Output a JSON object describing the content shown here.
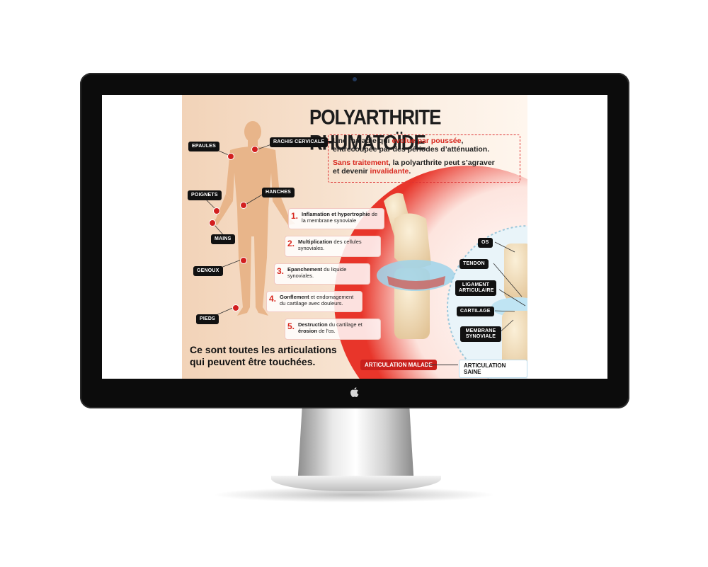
{
  "infographic": {
    "title": "POLYARTHRITE RHUMATOÏDE",
    "description": {
      "line1_a": "Une maladie qui ",
      "line1_highlight": "evolue par poussée",
      "line1_b": ",",
      "line2": "entrecoupée par des périodes d’atténuation.",
      "line3_highlight": "Sans traitement",
      "line3_b": ", la polyarthrite peut s’agraver",
      "line4_a": "et devenir ",
      "line4_highlight": "invalidante",
      "line4_b": "."
    },
    "body_labels": {
      "epaules": "EPAULES",
      "rachis": "RACHIS CERVICALE",
      "poignets": "POIGNETS",
      "hanches": "HANCHES",
      "mains": "MAINS",
      "genoux": "GENOUX",
      "pieds": "PIEDS"
    },
    "steps": [
      {
        "num": "1.",
        "bold": "Inflamation et hypertrophie",
        "rest": " de la membrane synoviale"
      },
      {
        "num": "2.",
        "bold": "Multiplication",
        "rest": " des cellules synoviales."
      },
      {
        "num": "3.",
        "bold": "Epanchement",
        "rest": " du liquide synoviales."
      },
      {
        "num": "4.",
        "bold": "Gonflement",
        "rest": " et endomagement du cartilage avec douleurs."
      },
      {
        "num": "5.",
        "bold": "Destruction",
        "rest": " du cartilage et ",
        "bold2": "érosion",
        "rest2": " de l'os."
      }
    ],
    "anatomy_labels": {
      "os": "OS",
      "tendon": "TENDON",
      "ligament": "LIGAMENT ARTICULAIRE",
      "cartilage": "CARTILAGE",
      "membrane": "MEMBRANE SYNOVIALE"
    },
    "bottom_text_line1": "Ce sont toutes les articulations",
    "bottom_text_line2": "qui peuvent être touchées.",
    "legend_malade": "ARTICULATION MALADE",
    "legend_saine": "ARTICULATION SAINE",
    "colors": {
      "accent_red": "#d8281f",
      "skin": "#e8b58a",
      "background": "#f6dfc9"
    }
  },
  "device": {
    "logo_icon": "apple-logo-icon"
  }
}
